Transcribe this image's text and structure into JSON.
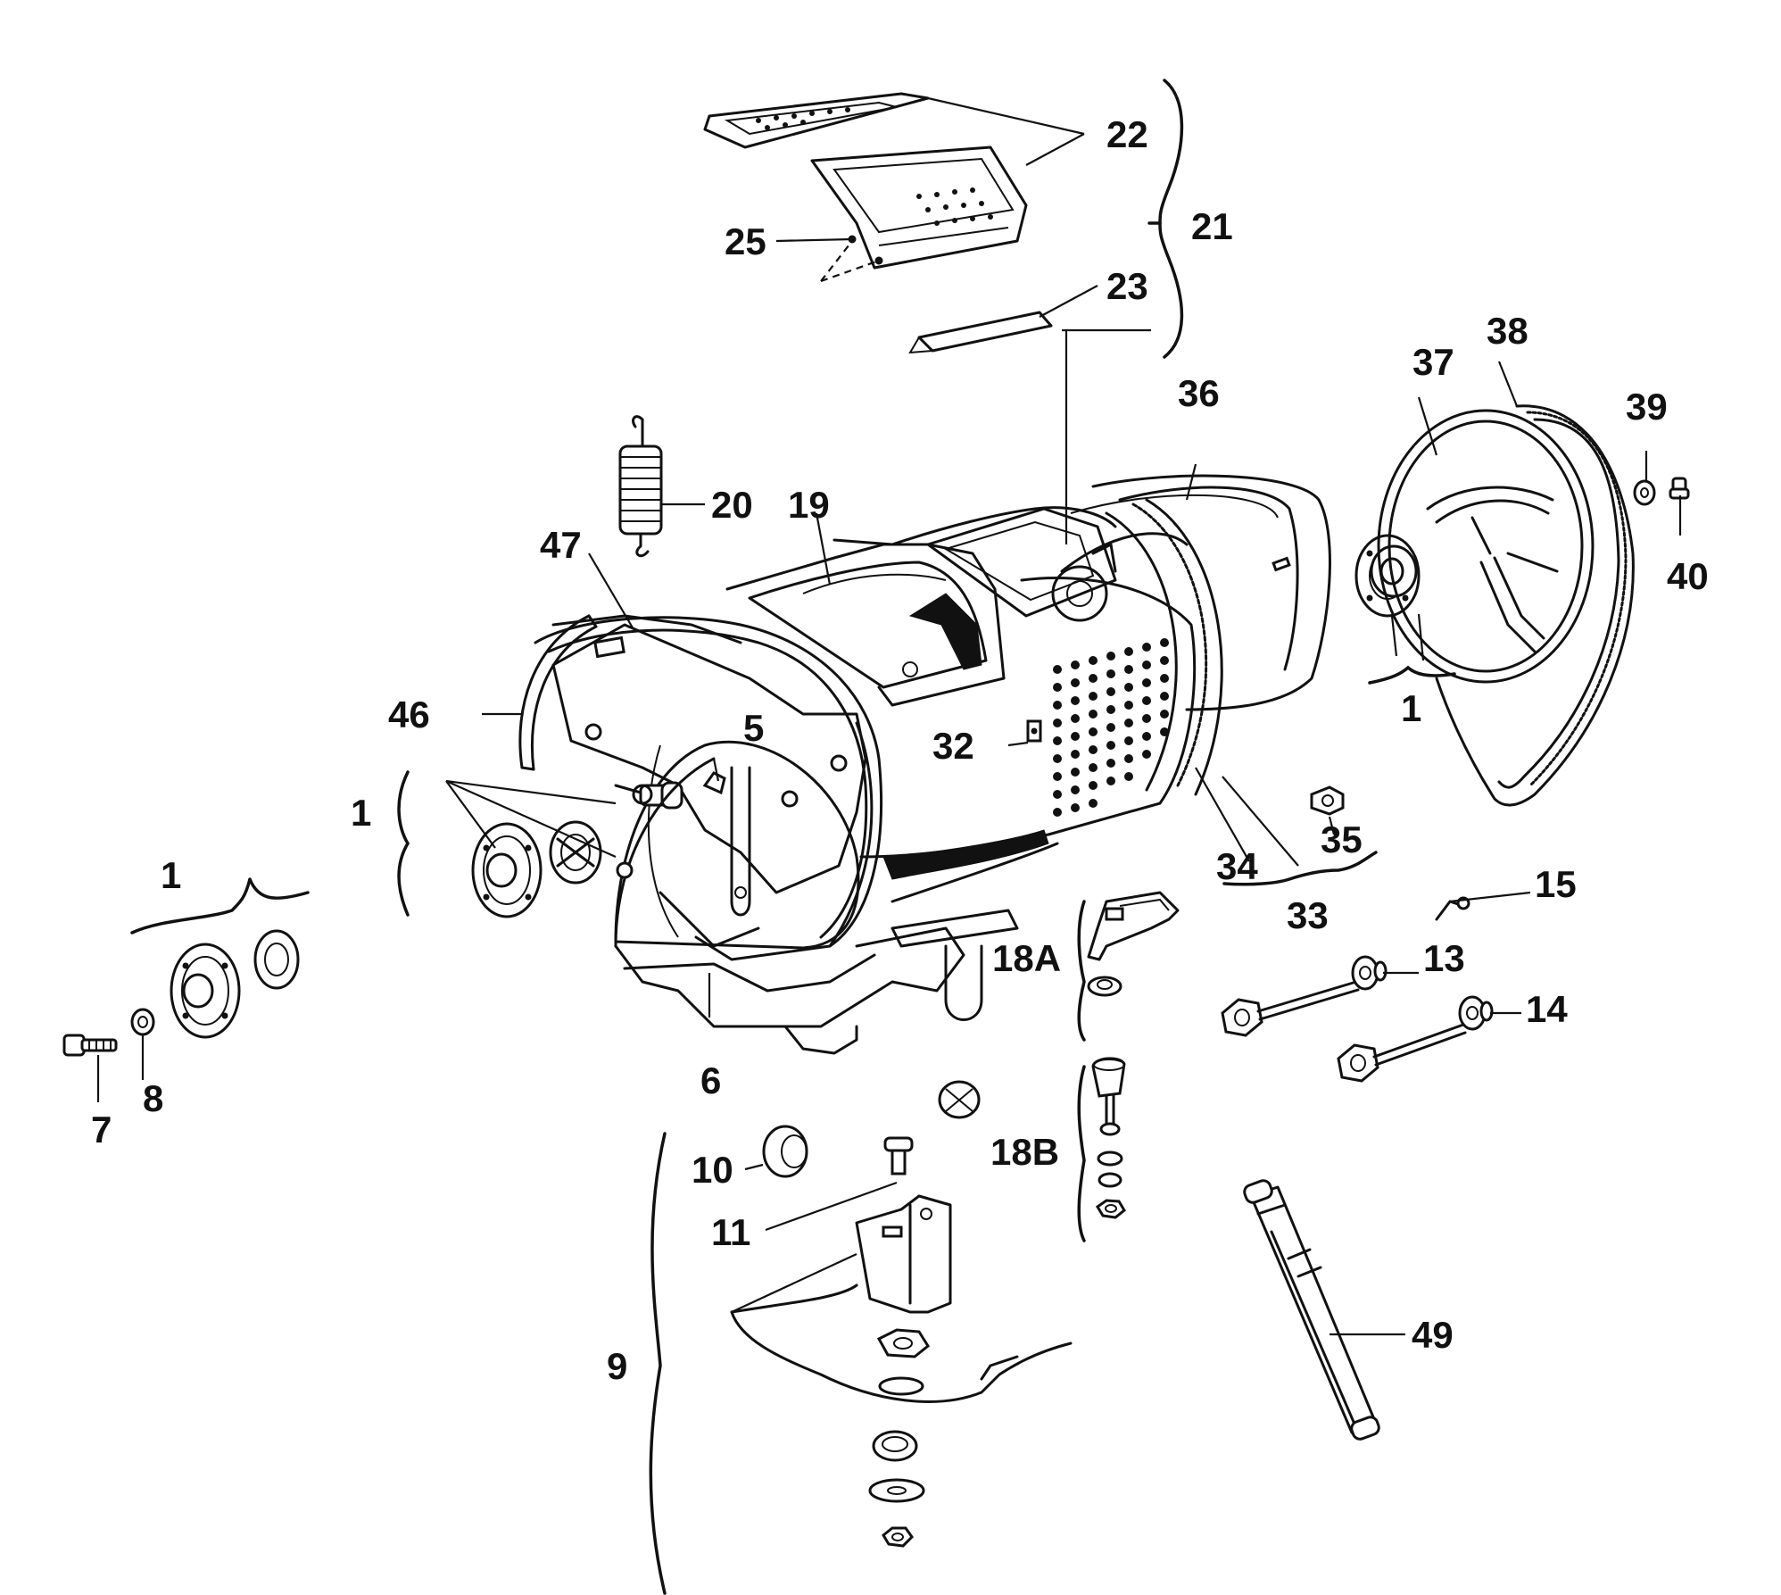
{
  "labels": {
    "l1_left_upper": "1",
    "l1_left_lower": "1",
    "l1_right": "1",
    "l5": "5",
    "l6": "6",
    "l7": "7",
    "l8": "8",
    "l9": "9",
    "l10": "10",
    "l11": "11",
    "l13": "13",
    "l14": "14",
    "l15": "15",
    "l18a": "18A",
    "l18b": "18B",
    "l19": "19",
    "l20": "20",
    "l21": "21",
    "l22": "22",
    "l23": "23",
    "l25": "25",
    "l32": "32",
    "l33": "33",
    "l34": "34",
    "l35": "35",
    "l36": "36",
    "l37": "37",
    "l38": "38",
    "l39": "39",
    "l40": "40",
    "l46": "46",
    "l47": "47",
    "l49": "49"
  }
}
